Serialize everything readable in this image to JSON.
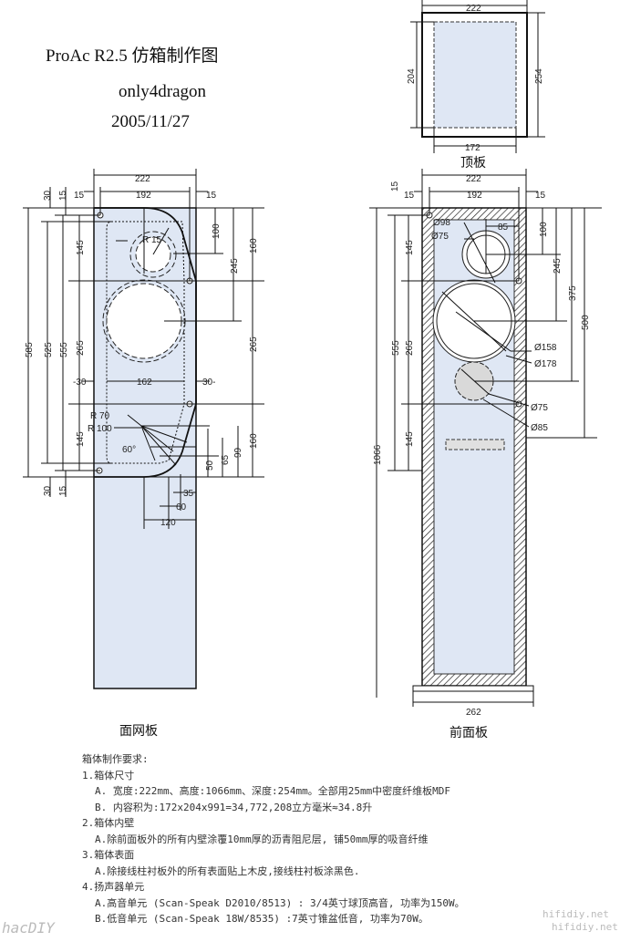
{
  "title": "ProAc R2.5 仿箱制作图",
  "author": "only4dragon",
  "date": "2005/11/27",
  "colors": {
    "panel": "#dfe7f4",
    "line": "#111111",
    "port": "#d9d9d9"
  },
  "top_view": {
    "caption": "顶板",
    "width": "222",
    "inner_width": "172",
    "inner_depth": "204",
    "depth": "254"
  },
  "grille": {
    "caption": "面网板",
    "dims": {
      "w222": "222",
      "w192": "192",
      "m15a": "15",
      "m15b": "15",
      "t30": "30",
      "t15": "15",
      "h585": "585",
      "h525": "525",
      "h555": "555",
      "s145a": "145",
      "s265": "265",
      "s145b": "145",
      "r100": "100",
      "r245": "245",
      "r160a": "160",
      "r265": "265",
      "r160b": "160",
      "rad15": "R 15",
      "rad70": "R 70",
      "rad100": "R 100",
      "ang60": "60°",
      "w162": "162",
      "l30": "-30",
      "r30": "30-",
      "v50": "50",
      "v65": "65",
      "v99": "99",
      "b30": "30",
      "b15": "15",
      "b35": "35",
      "b60": "60",
      "b120": "120"
    }
  },
  "front": {
    "caption": "前面板",
    "dims": {
      "w222": "222",
      "w192": "192",
      "m15a": "15",
      "m15b": "15",
      "t15": "15",
      "d98": "Ø98",
      "d75a": "Ø75",
      "o85": "85",
      "d158": "Ø158",
      "d178": "Ø178",
      "d75b": "Ø75",
      "d85": "Ø85",
      "h1066": "1066",
      "h555": "555",
      "s145a": "145",
      "s265": "265",
      "s145b": "145",
      "r100": "100",
      "r245": "245",
      "r375": "375",
      "r500": "500",
      "base262": "262"
    }
  },
  "notes": {
    "heading": "箱体制作要求:",
    "s1": "1.箱体尺寸",
    "s1a": "A. 宽度:222mm、高度:1066mm、深度:254mm。全部用25mm中密度纤维板MDF",
    "s1b": "B. 内容积为:172x204x991=34,772,208立方毫米≈34.8升",
    "s2": "2.箱体内壁",
    "s2a": "A.除前面板外的所有内壁涂覆10mm厚的沥青阻尼层, 铺50mm厚的吸音纤维",
    "s3": "3.箱体表面",
    "s3a": "A.除接线柱衬板外的所有表面贴上木皮,接线柱衬板涂黑色.",
    "s4": "4.扬声器单元",
    "s4a": "A.高音单元 (Scan-Speak D2010/8513) : 3/4英寸球顶高音, 功率为150W。",
    "s4b": "B.低音单元 (Scan-Speak 18W/8535) :7英寸锥盆低音, 功率为70W。"
  },
  "watermarks": {
    "site1": "hifidiy.net",
    "site2": "hifidiy.net",
    "logo": "hacDIY"
  }
}
